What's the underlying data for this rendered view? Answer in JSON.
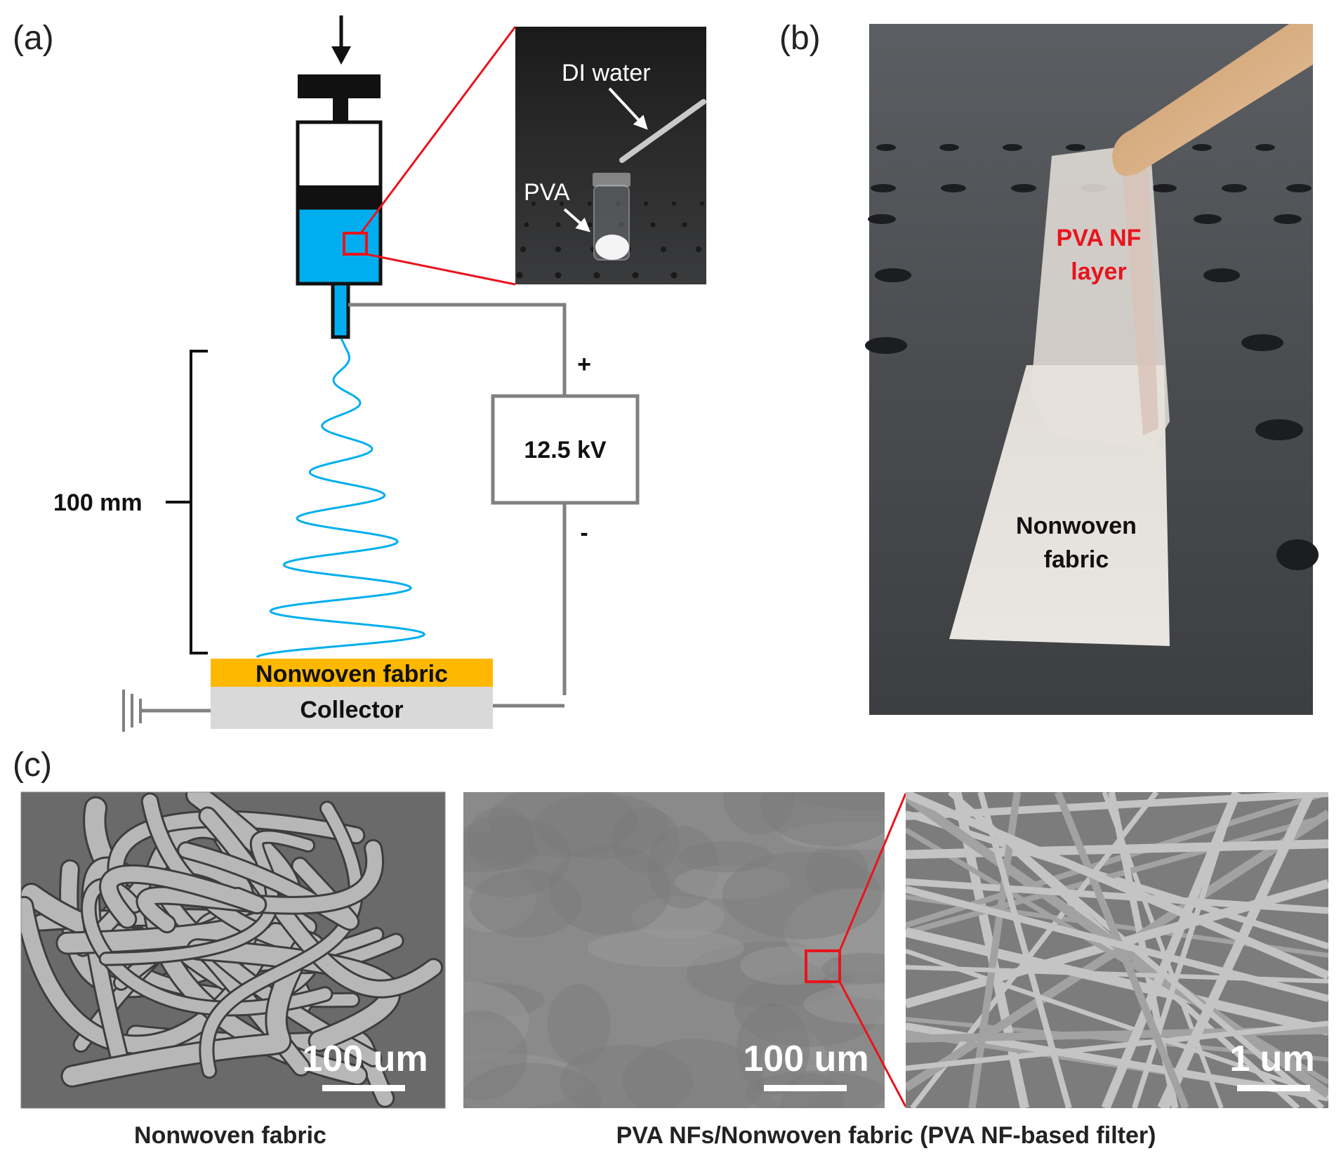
{
  "panels": {
    "a": {
      "label": "(a)",
      "inset_labels": {
        "di_water": "DI water",
        "pva": "PVA"
      },
      "voltage": "12.5 kV",
      "plus": "+",
      "minus": "-",
      "distance": "100 mm",
      "fabric_layer": "Nonwoven fabric",
      "collector": "Collector",
      "colors": {
        "solution": "#00aeef",
        "fabric": "#ffb800",
        "collector": "#d9d9d9",
        "wire": "#808080",
        "highlight": "#e8141c"
      }
    },
    "b": {
      "label": "(b)",
      "nf_layer_line1": "PVA NF",
      "nf_layer_line2": "layer",
      "fabric_line1": "Nonwoven",
      "fabric_line2": "fabric"
    },
    "c": {
      "label": "(c)",
      "scale_left": "100 um",
      "scale_middle": "100 um",
      "scale_right": "1 um",
      "caption_left": "Nonwoven fabric",
      "caption_right": "PVA NFs/Nonwoven fabric (PVA NF-based filter)"
    }
  }
}
